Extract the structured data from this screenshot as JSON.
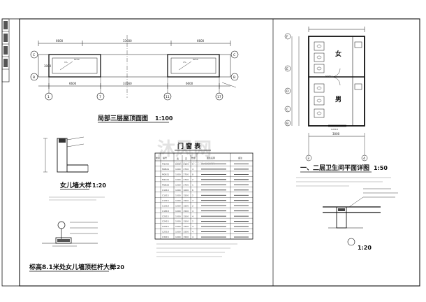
{
  "watermark": {
    "logo_text": "沐风网",
    "url_text": "www.mfcad.com"
  },
  "top_view": {
    "title": "局部三层屋顶面图",
    "scale": "1:100",
    "dim_top": [
      "6600",
      "33600",
      "6600"
    ],
    "dim_overall": "33560",
    "dim_left_vert": "3000",
    "slope_labels": [
      "1%",
      "1%"
    ],
    "rows": [
      "C",
      "B"
    ],
    "cols": [
      "1",
      "7",
      "11",
      "17"
    ],
    "inner_dims": [
      "8250",
      "8250"
    ]
  },
  "parapet": {
    "title": "女儿墙大样",
    "scale": "1:20"
  },
  "railing": {
    "title": "标高8.1米处女儿墙顶栏杆大样",
    "scale": "1:20"
  },
  "door_table": {
    "title": "门 窗 表",
    "columns": [
      "类别",
      "编号",
      "宽",
      "高",
      "数量",
      "图集名称",
      "备注"
    ],
    "rows": [
      [
        "M1000",
        "1000",
        "2100",
        "6"
      ],
      [
        "M0821",
        "1000",
        "2700",
        "4"
      ],
      [
        "M0921",
        "1000",
        "2700",
        "8"
      ],
      [
        "M1021",
        "1000",
        "2700",
        "2"
      ],
      [
        "M0822",
        "1000",
        "2700",
        "1"
      ],
      [
        "C1010",
        "1000",
        "1000",
        "6"
      ],
      [
        "C1015",
        "1000",
        "1500",
        "2"
      ],
      [
        "C1515",
        "1000",
        "1500",
        "4"
      ],
      [
        "C1518",
        "1000",
        "1500",
        "2"
      ],
      [
        "C1818",
        "1000",
        "1500",
        "4"
      ],
      [
        "C2015",
        "1000",
        "1500",
        "4"
      ],
      [
        "C2415",
        "1000",
        "1500",
        "2"
      ],
      [
        "C2515",
        "1000",
        "1500",
        "4"
      ],
      [
        "C2518",
        "1000",
        "1500",
        "4"
      ],
      [
        "C3015",
        "1000",
        "1500",
        "4"
      ]
    ]
  },
  "toilet": {
    "title": "一、二层卫生间平面详图",
    "scale": "1:50",
    "rooms": [
      "女",
      "男"
    ],
    "row_markers": [
      "F",
      "E",
      "D",
      "C",
      "B"
    ],
    "col_markers": [
      "3",
      "4"
    ],
    "door_code": "M0821",
    "window_code": "C2518",
    "dim_bottom": "3000"
  },
  "stair_detail": {
    "scale": "1:20"
  }
}
